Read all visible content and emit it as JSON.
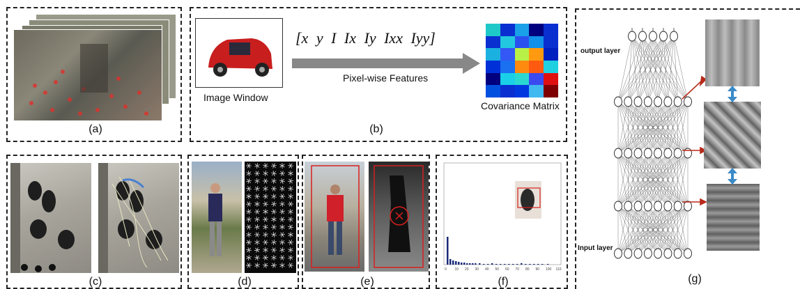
{
  "panels": {
    "a": {
      "caption": "(a)"
    },
    "b": {
      "caption": "(b)",
      "image_window_label": "Image Window",
      "feature_vector": "[x  y  I  Ix  Iy  Ixx  Iyy]",
      "arrow_label": "Pixel-wise Features",
      "matrix_label": "Covariance Matrix",
      "matrix_colors": [
        [
          "#1ec8c8",
          "#0a2fd0",
          "#1aa0e8",
          "#00007f",
          "#0a2fd0"
        ],
        [
          "#0a2fd0",
          "#22c8e0",
          "#2b50f0",
          "#1090e8",
          "#0a2fd0"
        ],
        [
          "#1ab0e0",
          "#3358f5",
          "#b8f048",
          "#ff9a10",
          "#0020c0"
        ],
        [
          "#0030d8",
          "#1a70f0",
          "#ff8a10",
          "#ff5a10",
          "#20d0e0"
        ],
        [
          "#00007f",
          "#1ad0e8",
          "#2bd8d0",
          "#3a4af0",
          "#e01010"
        ],
        [
          "#0050e0",
          "#0a2fd0",
          "#0038e0",
          "#40b8f0",
          "#7f0000"
        ]
      ]
    },
    "c": {
      "caption": "(c)"
    },
    "d": {
      "caption": "(d)"
    },
    "e": {
      "caption": "(e)"
    },
    "f": {
      "caption": "(f)",
      "tick_labels": [
        "0",
        "10",
        "20",
        "30",
        "40",
        "50",
        "60",
        "70",
        "80",
        "90",
        "100",
        "110"
      ]
    },
    "g": {
      "caption": "(g)",
      "output_layer_label": "output layer",
      "input_layer_label": "Input layer"
    }
  }
}
